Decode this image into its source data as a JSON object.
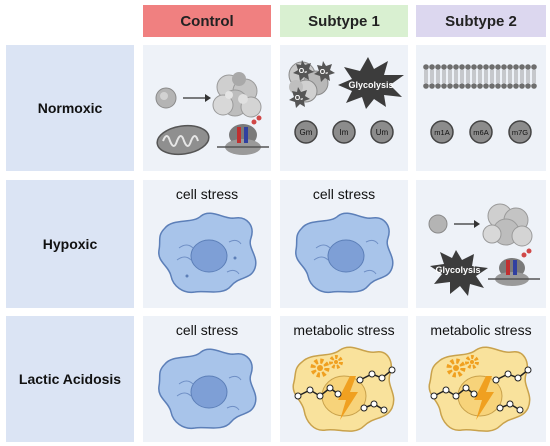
{
  "columns": [
    "Control",
    "Subtype 1",
    "Subtype 2"
  ],
  "rows": [
    "Normoxic",
    "Hypoxic",
    "Lactic Acidosis"
  ],
  "colors": {
    "control_header": "#f08080",
    "subtype1_header": "#d9f0d1",
    "subtype2_header": "#dcd7ef",
    "row_header": "#dbe4f4",
    "cell_bg": "#eef2f8",
    "cell_blue": "#a8c4ea",
    "cell_yellow": "#f9e29c",
    "accent_orange": "#f0a020"
  },
  "normoxic": {
    "subtype1": {
      "o2_labels": [
        "O₂",
        "O₂",
        "O₂"
      ],
      "glycolysis": "Glycolysis",
      "modifications": [
        "Gm",
        "Im",
        "Um"
      ]
    },
    "subtype2": {
      "modifications": [
        "m1A",
        "m6A",
        "m7G"
      ]
    }
  },
  "hypoxic": {
    "control": "cell stress",
    "subtype1": "cell stress",
    "subtype2_glycolysis": "Glycolysis"
  },
  "lactic_acidosis": {
    "control": "cell stress",
    "subtype1": "metabolic stress",
    "subtype2": "metabolic stress"
  },
  "icons": [
    "cell-proliferation-icon",
    "mitochondrion-icon",
    "ribosome-icon",
    "burst-icon",
    "membrane-icon",
    "cell-icon",
    "gear-icon",
    "lightning-icon",
    "molecule-chain-icon"
  ]
}
